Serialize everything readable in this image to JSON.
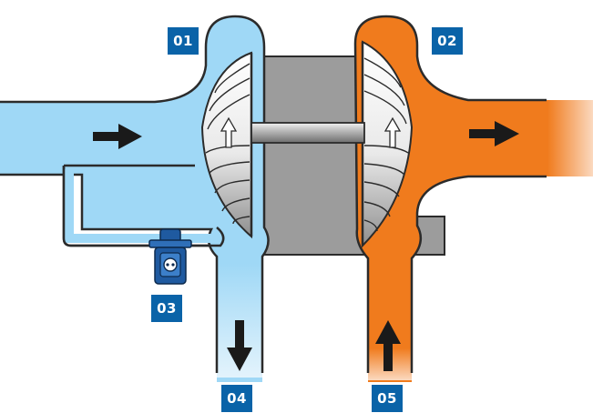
{
  "labels": {
    "compressor": "01",
    "turbine": "02",
    "wastegate_actuator": "03",
    "charge_air_outlet": "04",
    "exhaust_inlet": "05"
  },
  "colors": {
    "air": "#9fd8f6",
    "air_light": "#c8e8f9",
    "exhaust": "#f07b1d",
    "exhaust_light": "#f9c9a1",
    "housing": "#9c9c9c",
    "outline": "#2b2b2b",
    "badge": "#0a63a8",
    "actuator": "#1f5aa0"
  },
  "icons": {
    "flow_arrow": "arrow-right-icon",
    "outlet_arrow": "arrow-down-icon",
    "inlet_arrow": "arrow-up-icon",
    "rotation_arrow": "arrow-up-small-icon"
  }
}
